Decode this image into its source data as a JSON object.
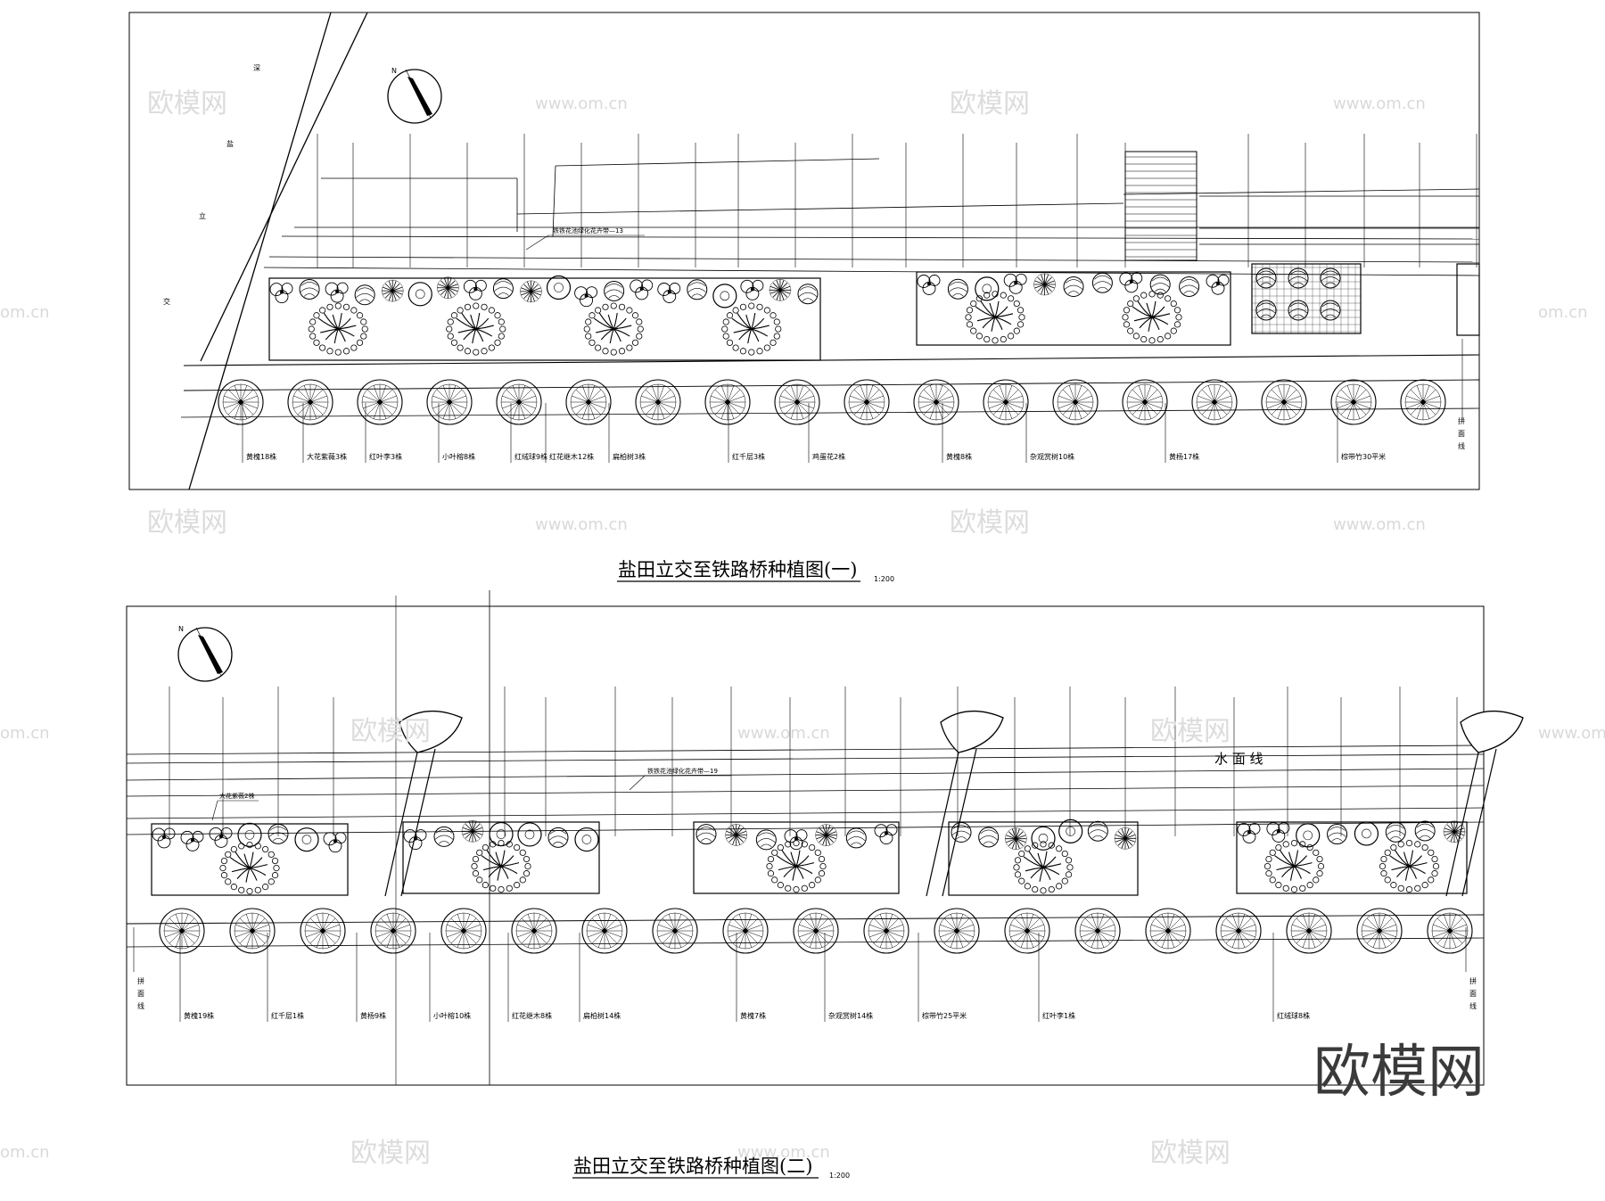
{
  "watermark": {
    "brand": "欧模网",
    "url": "www.om.cn",
    "url_short": "om.cn"
  },
  "plan1": {
    "title": "盐田立交至铁路桥种植图(一)",
    "scale": "1:200",
    "road_label": [
      "深",
      "盐",
      "立",
      "交"
    ],
    "callout": "铁铁花池绿化花卉带—13",
    "edge_label": [
      "拼",
      "面",
      "线"
    ],
    "plant_labels": [
      "黄槐18株",
      "大花紫薇3株",
      "红叶李3株",
      "小叶榕8株",
      "红绒球9株",
      "红花继木12株",
      "扁柏树3株",
      "红千层3株",
      "鸡蛋花2株",
      "黄槐8株",
      "杂观赏树10株",
      "黄杨17株",
      "棕带竹30平米"
    ]
  },
  "plan2": {
    "title": "盐田立交至铁路桥种植图(二)",
    "scale": "1:200",
    "callout_top": "大花紫薇2株",
    "callout": "铁铁花池绿化花卉带—19",
    "water_line": "水 面 线",
    "edge_label_left": [
      "拼",
      "面",
      "线"
    ],
    "edge_label_right": [
      "拼",
      "面",
      "线"
    ],
    "plant_labels": [
      "黄槐19株",
      "红千层1株",
      "黄杨9株",
      "小叶榕10株",
      "红花继木8株",
      "扁柏树14株",
      "黄槐7株",
      "杂观赏树14株",
      "棕带竹25平米",
      "红叶李1株",
      "红绒球8株"
    ]
  }
}
